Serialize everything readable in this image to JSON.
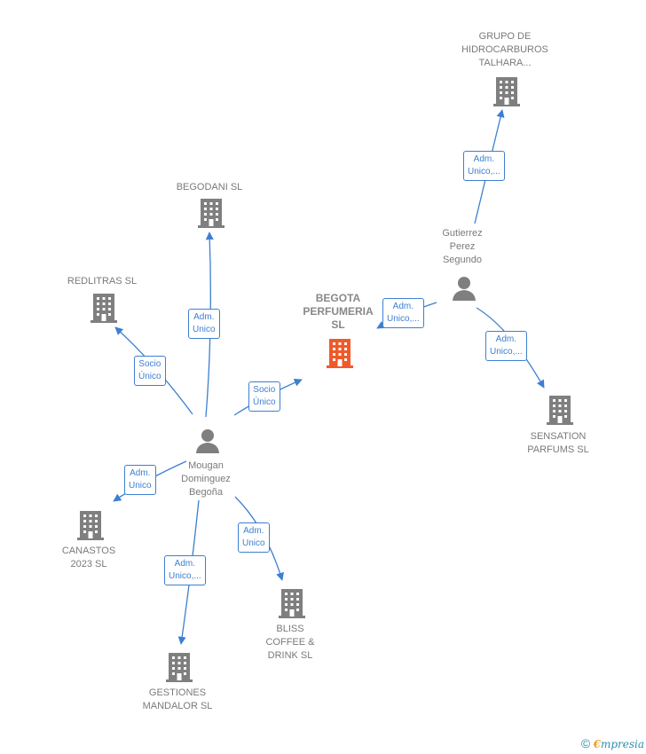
{
  "colors": {
    "edge": "#3d7fd1",
    "building": "#7f7f7f",
    "main_building": "#f05a2a",
    "person": "#7f7f7f"
  },
  "nodes": {
    "grupo": {
      "label": "GRUPO DE\nHIDROCARBUROS\nTALHARA...",
      "icon": "building-icon"
    },
    "begodani": {
      "label": "BEGODANI  SL",
      "icon": "building-icon"
    },
    "gutierrez": {
      "label": "Gutierrez\nPerez\nSegundo",
      "icon": "person-icon"
    },
    "redlitras": {
      "label": "REDLITRAS SL",
      "icon": "building-icon"
    },
    "begota": {
      "label": "BEGOTA\nPERFUMERIA\nSL",
      "icon": "building-icon"
    },
    "sensation": {
      "label": "SENSATION\nPARFUMS  SL",
      "icon": "building-icon"
    },
    "mougan": {
      "label": "Mougan\nDominguez\nBegoña",
      "icon": "person-icon"
    },
    "canastos": {
      "label": "CANASTOS\n2023  SL",
      "icon": "building-icon"
    },
    "bliss": {
      "label": "BLISS\nCOFFEE &\nDRINK  SL",
      "icon": "building-icon"
    },
    "gestiones": {
      "label": "GESTIONES\nMANDALOR  SL",
      "icon": "building-icon"
    }
  },
  "edges": {
    "gutierrez_grupo": {
      "label": "Adm.\nUnico,..."
    },
    "gutierrez_begota": {
      "label": "Adm.\nUnico,..."
    },
    "gutierrez_sensation": {
      "label": "Adm.\nUnico,..."
    },
    "mougan_begodani": {
      "label": "Adm.\nUnico"
    },
    "mougan_redlitras": {
      "label": "Socio\nÚnico"
    },
    "mougan_begota": {
      "label": "Socio\nÚnico"
    },
    "mougan_canastos": {
      "label": "Adm.\nUnico"
    },
    "mougan_bliss": {
      "label": "Adm.\nUnico"
    },
    "mougan_gestiones": {
      "label": "Adm.\nUnico,..."
    }
  },
  "footer": {
    "copyright": "©",
    "brand_e": "€",
    "brand_rest": "mpresia"
  }
}
